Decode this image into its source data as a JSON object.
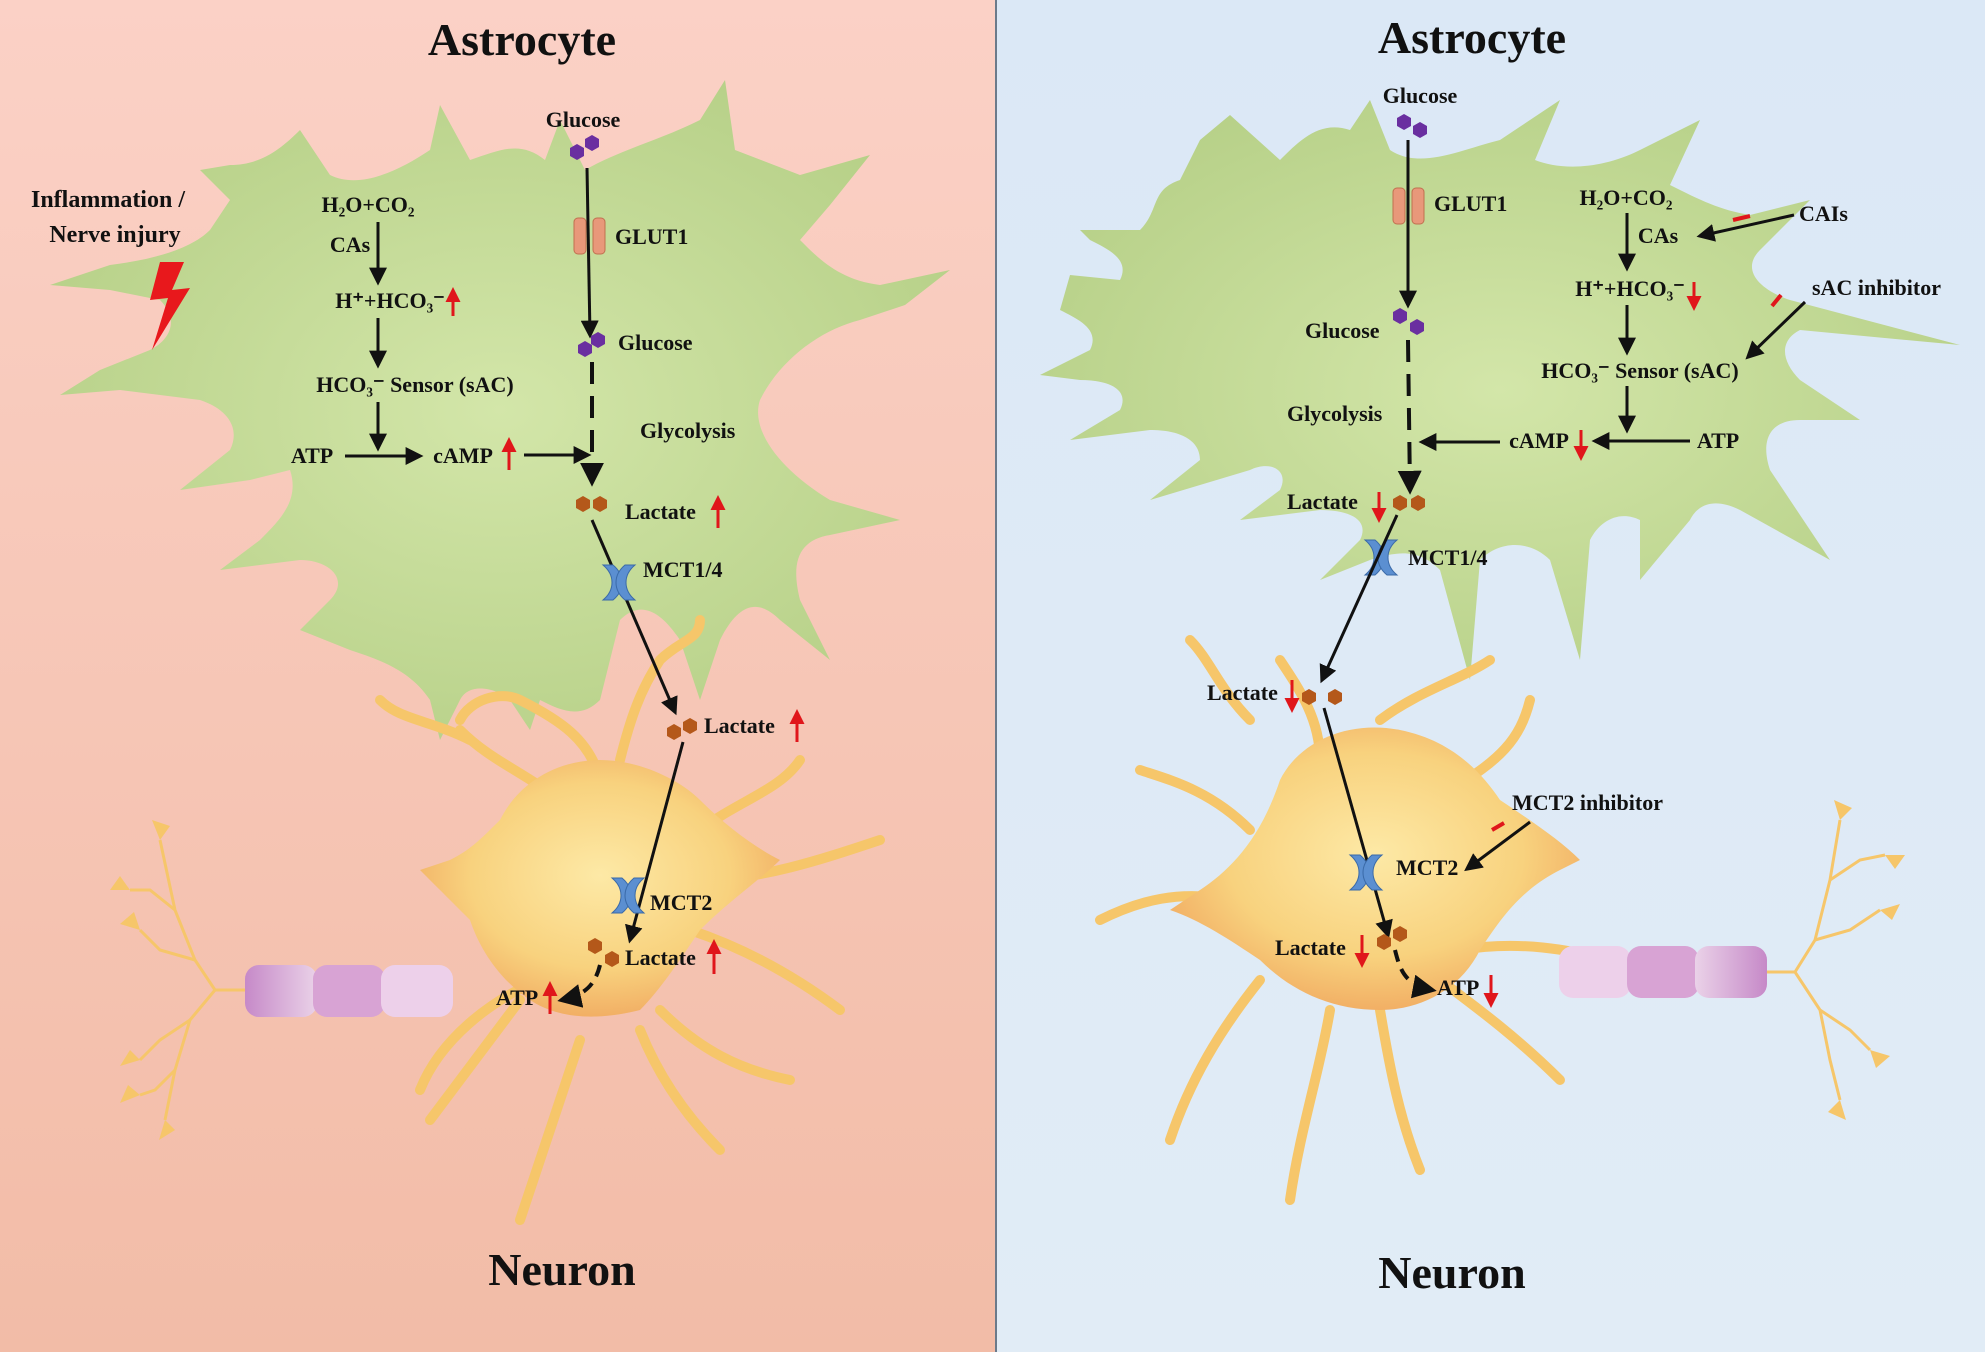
{
  "left": {
    "title": "Astrocyte",
    "footer": "Neuron",
    "trigger": [
      "Inflammation /",
      "Nerve injury"
    ],
    "pathway": {
      "reaction": "H₂O+CO₂",
      "enzyme": "CAs",
      "products": "H⁺+HCO₃⁻",
      "sensor": "HCO₃⁻ Sensor (sAC)",
      "atp": "ATP",
      "camp": "cAMP"
    },
    "glucose_top": "Glucose",
    "glut1": "GLUT1",
    "glucose_inner": "Glucose",
    "glycolysis": "Glycolysis",
    "lactate_astro": "Lactate",
    "mct14": "MCT1/4",
    "lactate_extra": "Lactate",
    "mct2": "MCT2",
    "lactate_neuron": "Lactate",
    "atp_neuron": "ATP"
  },
  "right": {
    "title": "Astrocyte",
    "footer": "Neuron",
    "pathway": {
      "reaction": "H₂O+CO₂",
      "enzyme": "CAs",
      "products": "H⁺+HCO₃⁻",
      "sensor": "HCO₃⁻ Sensor (sAC)",
      "atp": "ATP",
      "camp": "cAMP"
    },
    "inhibitors": {
      "cai": "CAIs",
      "sac": "sAC inhibitor",
      "mct2": "MCT2 inhibitor"
    },
    "glucose_top": "Glucose",
    "glut1": "GLUT1",
    "glucose_inner": "Glucose",
    "glycolysis": "Glycolysis",
    "lactate_astro": "Lactate",
    "mct14": "MCT1/4",
    "lactate_extra": "Lactate",
    "mct2": "MCT2",
    "lactate_neuron": "Lactate",
    "atp_neuron": "ATP"
  },
  "colors": {
    "left_bg": "#f5c4b4",
    "right_bg": "#dde9f5",
    "astrocyte": "#c4d99a",
    "neuron": "#f9d98a",
    "increase_arrow": "#e0161b",
    "decrease_arrow": "#e0161b",
    "glucose": "#6a2fa0",
    "lactate": "#b4581a",
    "transporter": "#5b8fd1",
    "glut": "#e8987a",
    "axon": "#d9a6d4"
  }
}
